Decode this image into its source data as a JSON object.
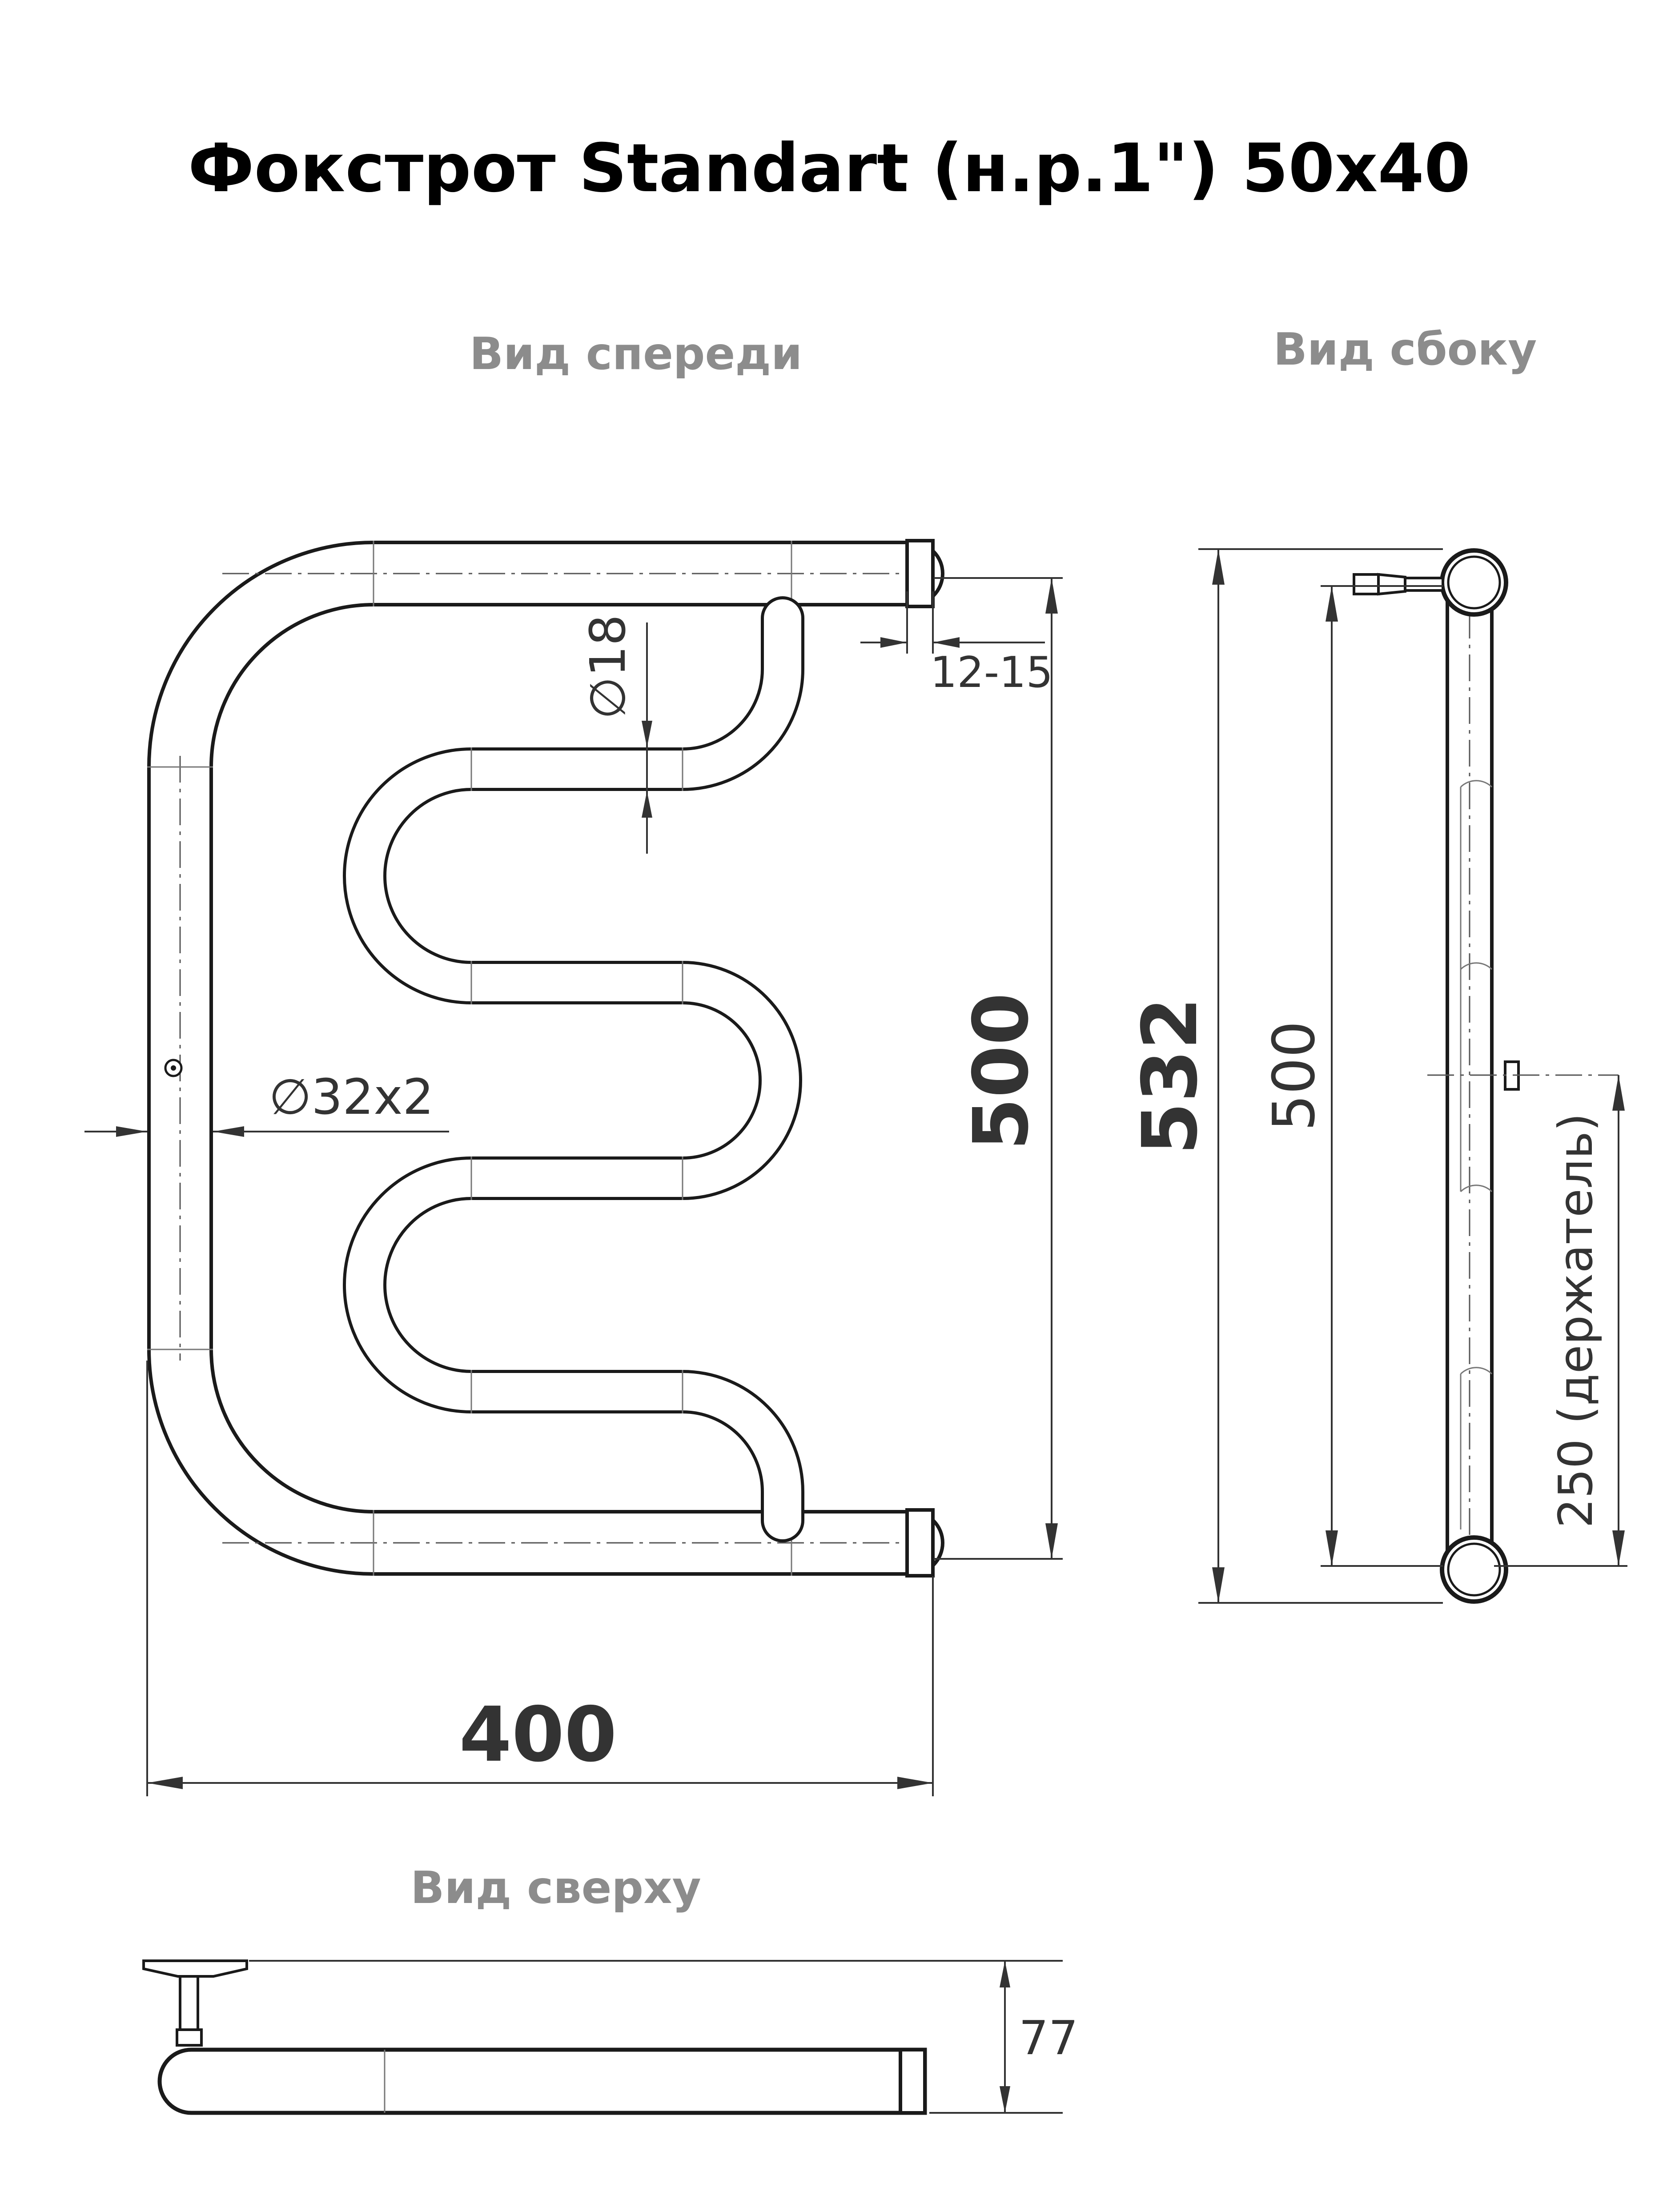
{
  "title": "Фокстрот Standart (н.р.1\") 50x40",
  "views": {
    "front": "Вид спереди",
    "side": "Вид сбоку",
    "top": "Вид сверху"
  },
  "dimensions": {
    "width": "400",
    "height": "500",
    "total_height": "532",
    "side_height": "500",
    "holder": "250 (держатель)",
    "offset": "12-15",
    "pipe_main": "∅32x2",
    "pipe_inner": "∅18",
    "depth": "77"
  },
  "colors": {
    "outline": "#1a1a1a",
    "dimension": "#333333",
    "view_label": "#8c8c8c"
  }
}
